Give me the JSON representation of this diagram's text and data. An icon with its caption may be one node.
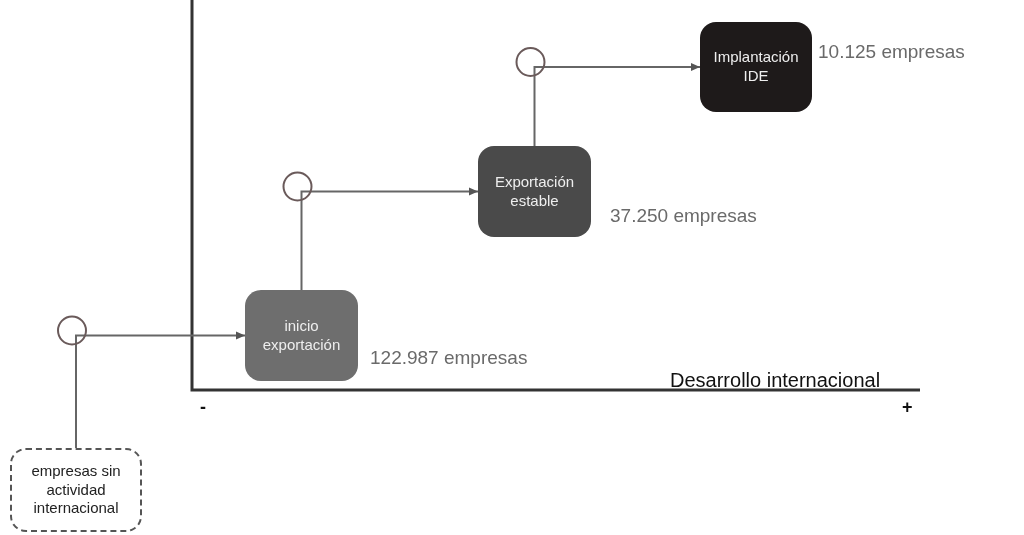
{
  "diagram": {
    "nodes": [
      {
        "text": [
          "empresas sin actividad internacional"
        ]
      },
      {
        "text": [
          "inicio exportación"
        ],
        "beside": [
          "122.987 empresas"
        ]
      },
      {
        "text": [
          "Exportación estable"
        ],
        "beside": [
          "37.250 empresas"
        ]
      },
      {
        "text": [
          "Implantación IDE"
        ],
        "beside": [
          "10.125 empresas"
        ]
      }
    ],
    "edges": [
      {
        "from": 0,
        "to": 1,
        "arrow": "to"
      },
      {
        "from": 1,
        "to": 2,
        "arrow": "to"
      },
      {
        "from": 2,
        "to": 3,
        "arrow": "to"
      }
    ],
    "labels": [
      "Desarrollo internacional",
      "-",
      "+"
    ]
  }
}
